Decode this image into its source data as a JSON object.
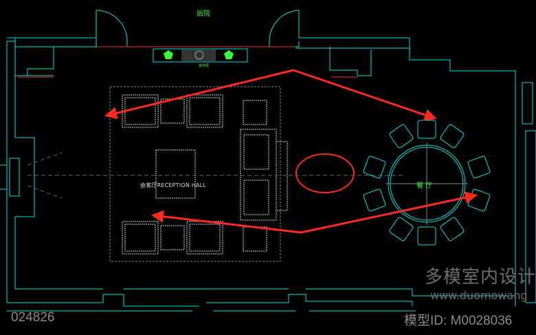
{
  "labels": {
    "garden": "后院",
    "reception_hall": "会客厅RECEPTION HALL",
    "dining_room": "餐厅",
    "cabinet_note": "装饰柜"
  },
  "watermark": {
    "brand": "多模室内设计",
    "url": "www.duomowang",
    "code": "024826",
    "model_id": "模型ID: M0028036"
  },
  "colors": {
    "wall": "#00e5e5",
    "furniture": "#d0d0d0",
    "annotation": "#ff2a1a",
    "label_green": "#33ff33",
    "background": "#000000"
  },
  "icons": [
    "arrow-icon",
    "circle-highlight-icon",
    "plant-icon"
  ]
}
